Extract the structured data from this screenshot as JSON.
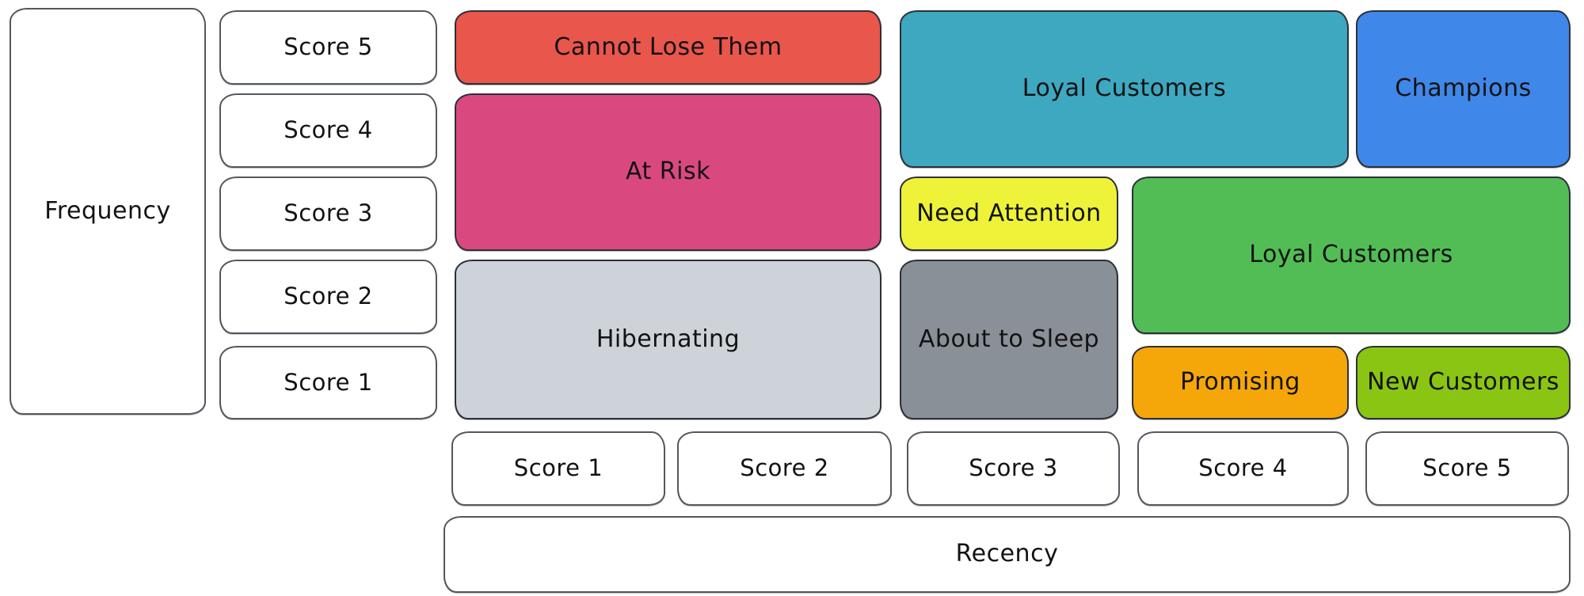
{
  "colors": {
    "background": "#ffffff",
    "segment_border": "#2c3038",
    "white_box_border": "#53575e",
    "text": "#121212"
  },
  "frequency_axis": {
    "label": "Frequency",
    "scores": [
      {
        "level": 5,
        "label": "Score 5"
      },
      {
        "level": 4,
        "label": "Score 4"
      },
      {
        "level": 3,
        "label": "Score 3"
      },
      {
        "level": 2,
        "label": "Score 2"
      },
      {
        "level": 1,
        "label": "Score 1"
      }
    ]
  },
  "recency_axis": {
    "label": "Recency",
    "scores": [
      {
        "level": 1,
        "label": "Score 1"
      },
      {
        "level": 2,
        "label": "Score 2"
      },
      {
        "level": 3,
        "label": "Score 3"
      },
      {
        "level": 4,
        "label": "Score 4"
      },
      {
        "level": 5,
        "label": "Score 5"
      }
    ]
  },
  "segments": [
    {
      "id": "cannot-lose-them",
      "label": "Cannot Lose Them",
      "fill": "#e9564c",
      "text_color": "#121212",
      "recency": [
        1,
        2
      ],
      "frequency": [
        5,
        5
      ]
    },
    {
      "id": "at-risk",
      "label": "At Risk",
      "fill": "#d94980",
      "text_color": "#121212",
      "recency": [
        1,
        2
      ],
      "frequency": [
        3,
        4
      ]
    },
    {
      "id": "hibernating",
      "label": "Hibernating",
      "fill": "#ced3da",
      "text_color": "#121212",
      "recency": [
        1,
        2
      ],
      "frequency": [
        1,
        2
      ]
    },
    {
      "id": "loyal-customers-upper",
      "label": "Loyal Customers",
      "fill": "#3da8c0",
      "text_color": "#121212",
      "recency": [
        3,
        4
      ],
      "frequency": [
        4,
        5
      ]
    },
    {
      "id": "champions",
      "label": "Champions",
      "fill": "#3f87e8",
      "text_color": "#121212",
      "recency": [
        5,
        5
      ],
      "frequency": [
        4,
        5
      ]
    },
    {
      "id": "need-attention",
      "label": "Need Attention",
      "fill": "#eef238",
      "text_color": "#121212",
      "recency": [
        3,
        3
      ],
      "frequency": [
        3,
        3
      ]
    },
    {
      "id": "loyal-customers-lower",
      "label": "Loyal Customers",
      "fill": "#52bd54",
      "text_color": "#121212",
      "recency": [
        4,
        5
      ],
      "frequency": [
        2,
        3
      ]
    },
    {
      "id": "about-to-sleep",
      "label": "About to Sleep",
      "fill": "#8a9097",
      "text_color": "#121212",
      "recency": [
        3,
        3
      ],
      "frequency": [
        1,
        2
      ]
    },
    {
      "id": "promising",
      "label": "Promising",
      "fill": "#f5a70a",
      "text_color": "#121212",
      "recency": [
        4,
        4
      ],
      "frequency": [
        1,
        1
      ]
    },
    {
      "id": "new-customers",
      "label": "New Customers",
      "fill": "#8bc513",
      "text_color": "#121212",
      "recency": [
        5,
        5
      ],
      "frequency": [
        1,
        1
      ]
    }
  ]
}
